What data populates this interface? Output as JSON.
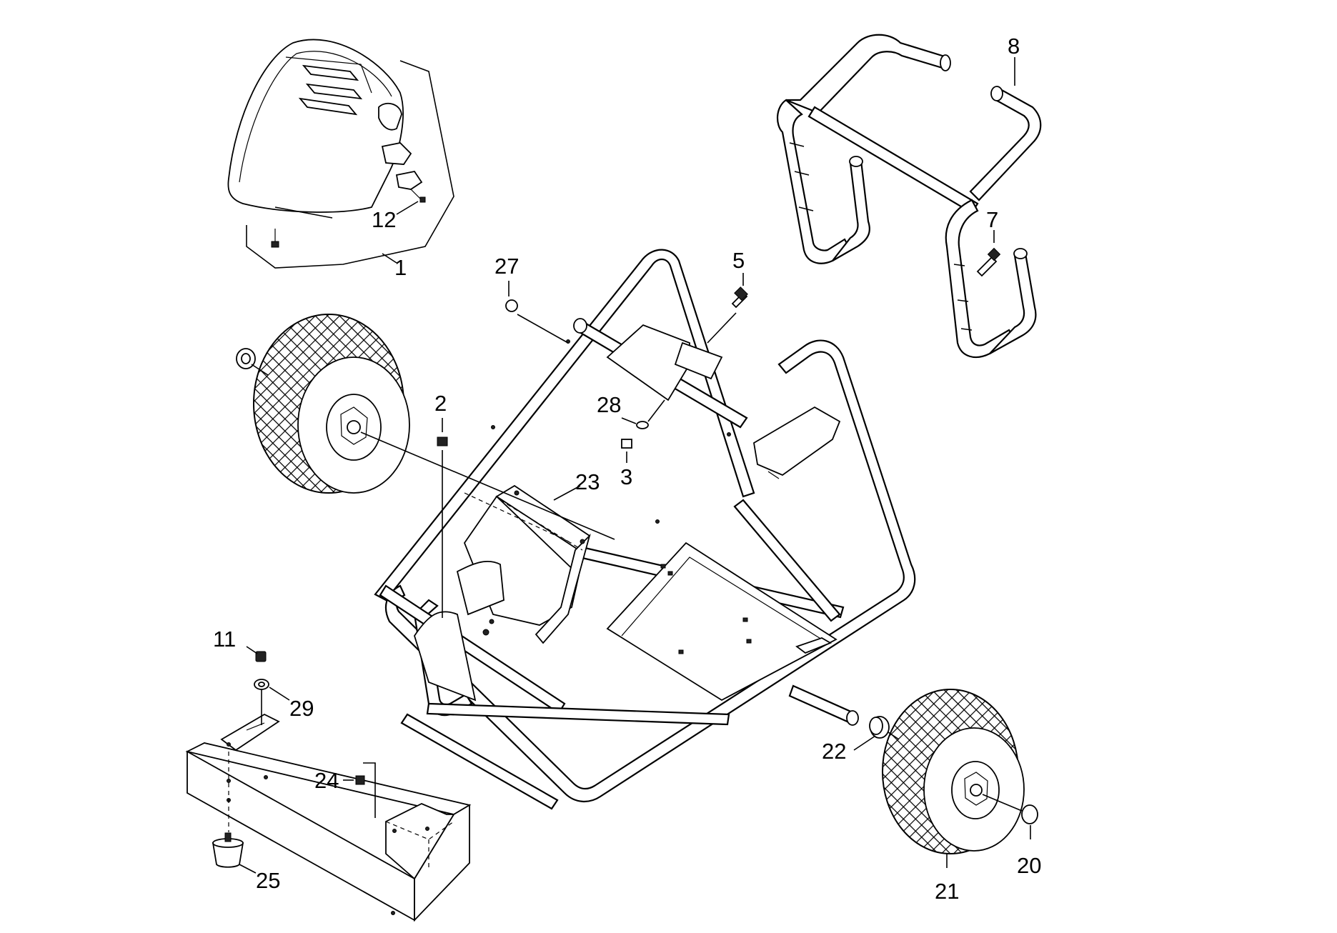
{
  "labels": {
    "p1": "1",
    "p2": "2",
    "p3": "3",
    "p5": "5",
    "p7": "7",
    "p8": "8",
    "p11": "11",
    "p12": "12",
    "p20": "20",
    "p21": "21",
    "p22": "22",
    "p23": "23",
    "p24": "24",
    "p25": "25",
    "p27": "27",
    "p28": "28",
    "p29": "29"
  }
}
